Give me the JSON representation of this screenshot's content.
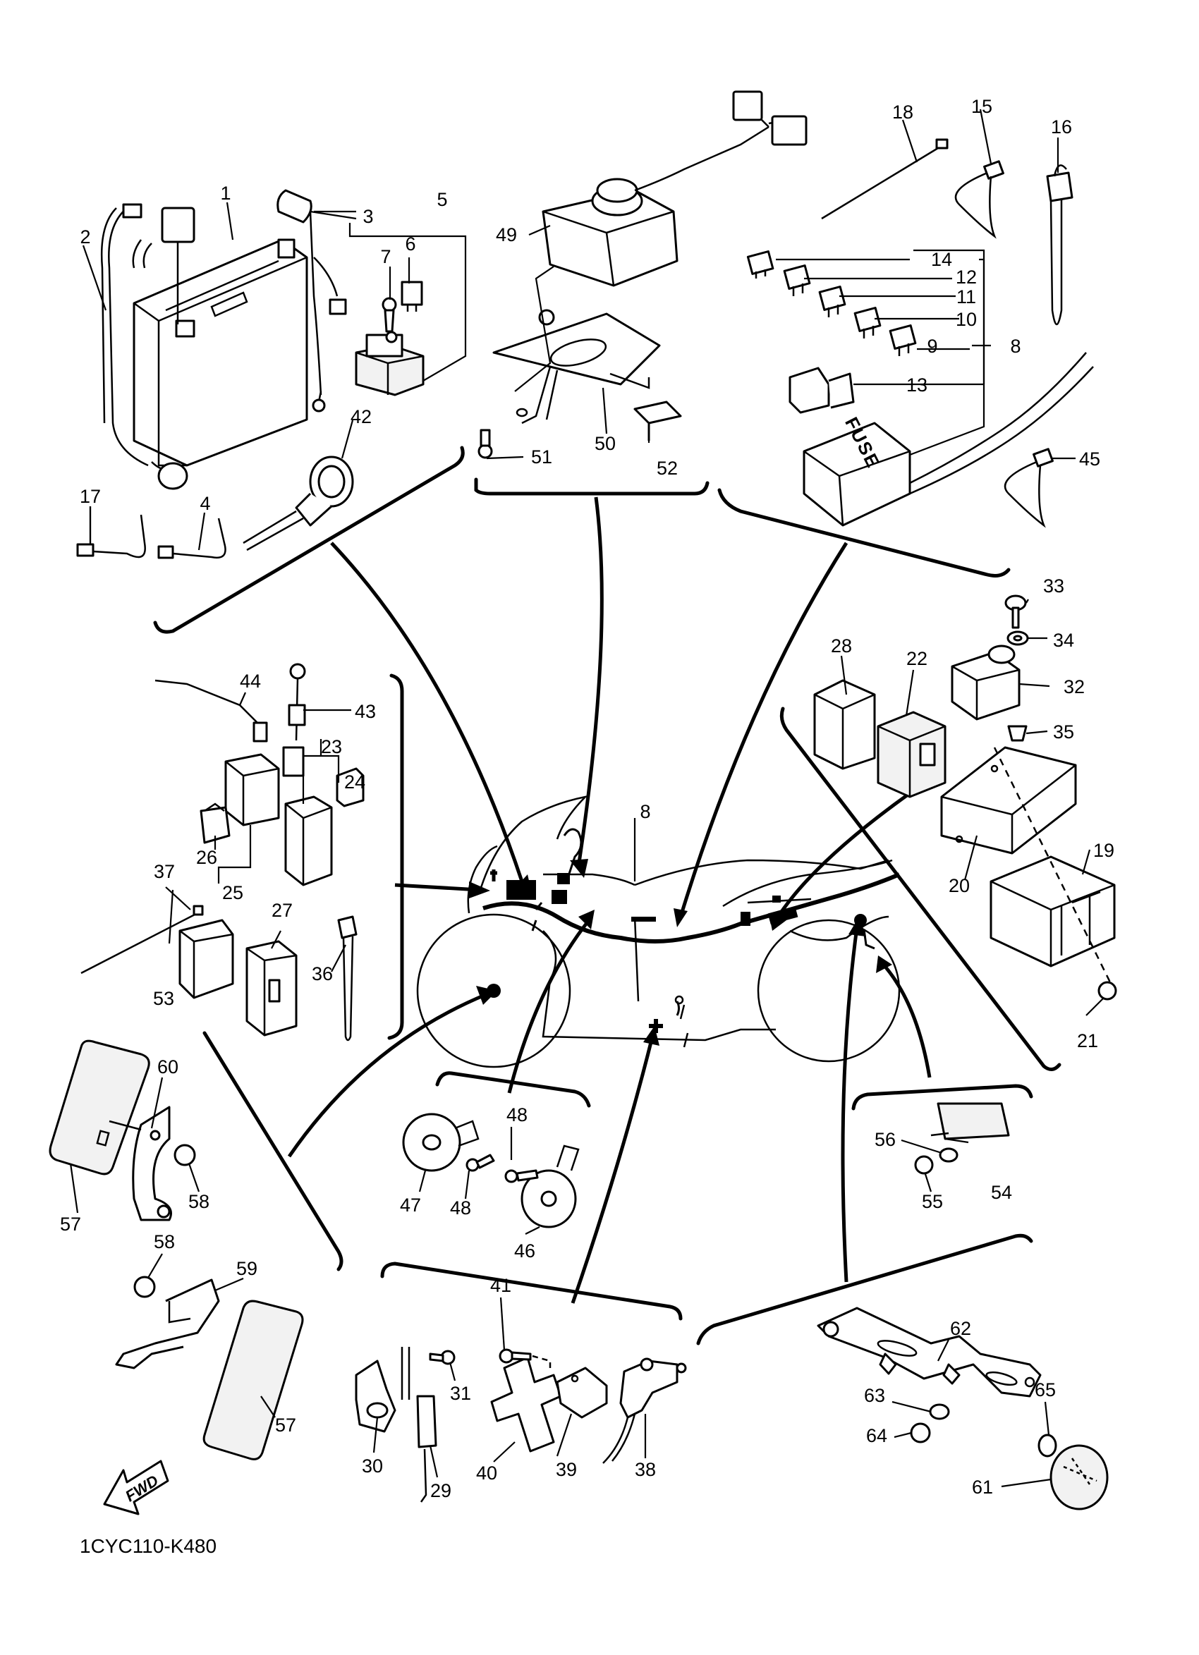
{
  "diagram_code": "1CYC110-K480",
  "fwd_label": "FWD",
  "fuse_label": "FUSE",
  "labels": {
    "p1": "1",
    "p2": "2",
    "p3": "3",
    "p4": "4",
    "p5": "5",
    "p6": "6",
    "p7": "7",
    "p8a": "8",
    "p8b": "8",
    "p9": "9",
    "p10": "10",
    "p11": "11",
    "p12": "12",
    "p13": "13",
    "p14": "14",
    "p15": "15",
    "p16": "16",
    "p17": "17",
    "p18": "18",
    "p19": "19",
    "p20": "20",
    "p21": "21",
    "p22": "22",
    "p23": "23",
    "p24": "24",
    "p25": "25",
    "p26": "26",
    "p27": "27",
    "p28": "28",
    "p29": "29",
    "p30": "30",
    "p31": "31",
    "p32": "32",
    "p33": "33",
    "p34": "34",
    "p35": "35",
    "p36": "36",
    "p37": "37",
    "p38": "38",
    "p39": "39",
    "p40": "40",
    "p41": "41",
    "p42": "42",
    "p43": "43",
    "p44": "44",
    "p45": "45",
    "p46": "46",
    "p47": "47",
    "p48a": "48",
    "p48b": "48",
    "p49": "49",
    "p50": "50",
    "p51": "51",
    "p52": "52",
    "p53": "53",
    "p54": "54",
    "p55": "55",
    "p56": "56",
    "p57a": "57",
    "p57b": "57",
    "p58a": "58",
    "p58b": "58",
    "p59": "59",
    "p60": "60",
    "p61": "61",
    "p62": "62",
    "p63": "63",
    "p64": "64",
    "p65": "65"
  }
}
